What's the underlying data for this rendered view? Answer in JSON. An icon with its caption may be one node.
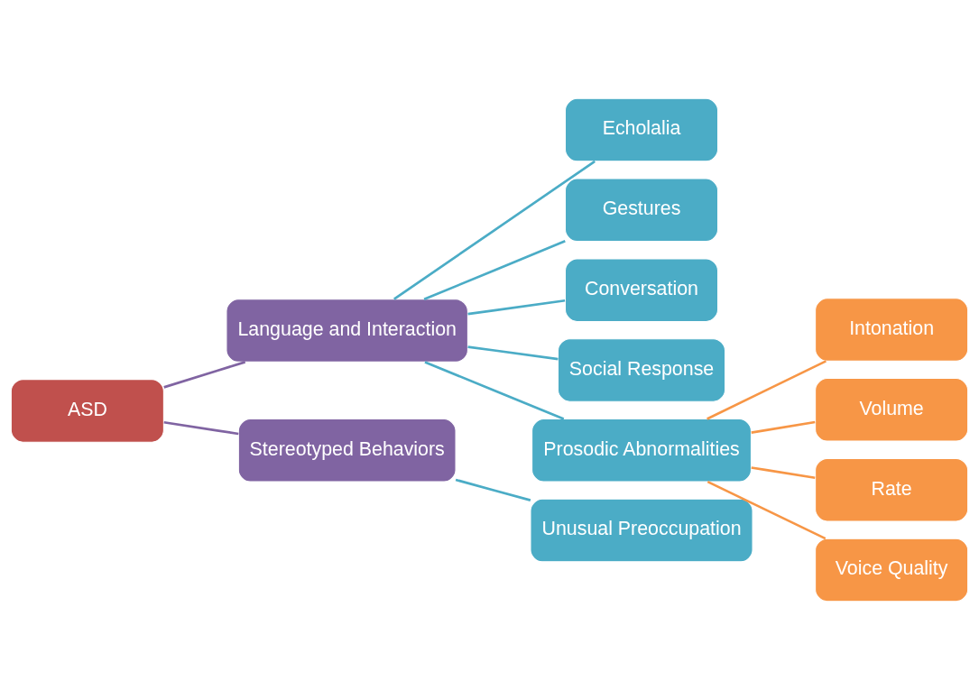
{
  "diagram": {
    "nodes": [
      {
        "text": [
          "ASD"
        ]
      },
      {
        "text": [
          "Language and Interaction"
        ]
      },
      {
        "text": [
          "Stereotyped Behaviors"
        ]
      },
      {
        "text": [
          "Echolalia"
        ]
      },
      {
        "text": [
          "Gestures"
        ]
      },
      {
        "text": [
          "Conversation"
        ]
      },
      {
        "text": [
          "Social Response"
        ]
      },
      {
        "text": [
          "Prosodic Abnormalities"
        ]
      },
      {
        "text": [
          "Unusual Preoccupation"
        ]
      },
      {
        "text": [
          "Intonation"
        ]
      },
      {
        "text": [
          "Volume"
        ]
      },
      {
        "text": [
          "Rate"
        ]
      },
      {
        "text": [
          "Voice Quality"
        ]
      }
    ],
    "edges": [
      {
        "from": 0,
        "to": 1,
        "arrow": "none",
        "color": "#8064a2"
      },
      {
        "from": 0,
        "to": 2,
        "arrow": "none",
        "color": "#8064a2"
      },
      {
        "from": 1,
        "to": 3,
        "arrow": "none"
      },
      {
        "from": 1,
        "to": 4,
        "arrow": "none"
      },
      {
        "from": 1,
        "to": 5,
        "arrow": "none"
      },
      {
        "from": 1,
        "to": 6,
        "arrow": "none"
      },
      {
        "from": 1,
        "to": 7,
        "arrow": "none"
      },
      {
        "from": 2,
        "to": 8,
        "arrow": "none"
      },
      {
        "from": 7,
        "to": 9,
        "arrow": "none",
        "color": "#f79646"
      },
      {
        "from": 7,
        "to": 10,
        "arrow": "none",
        "color": "#f79646"
      },
      {
        "from": 7,
        "to": 11,
        "arrow": "none",
        "color": "#f79646"
      },
      {
        "from": 7,
        "to": 12,
        "arrow": "none",
        "color": "#f79646"
      }
    ]
  }
}
